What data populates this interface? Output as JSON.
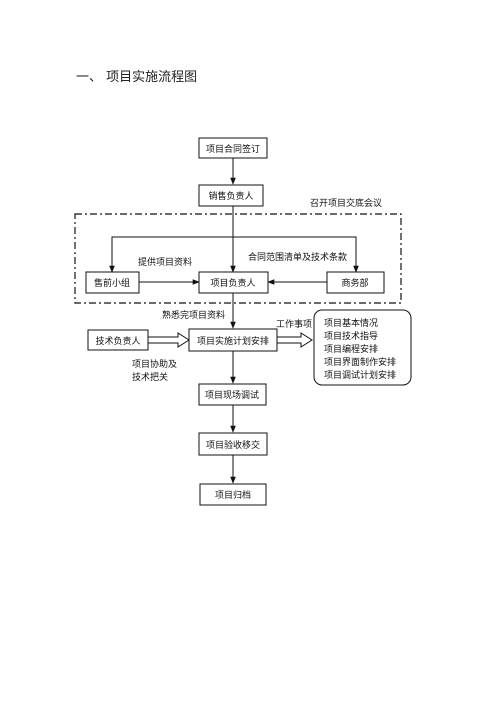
{
  "heading": "一、 项目实施流程图",
  "nodes": {
    "contract": "项目合同签订",
    "sales": "销售负责人",
    "presales": "售前小组",
    "pm": "项目负责人",
    "business": "商务部",
    "tech_lead": "技术负责人",
    "plan": "项目实施计划安排",
    "onsite": "项目现场调试",
    "acceptance": "项目验收移交",
    "archive": "项目归档"
  },
  "labels": {
    "kickoff": "召开项目交底会议",
    "provide_info": "提供项目资料",
    "scope_terms": "合同范围清单及技术条款",
    "familiarize": "熟悉完项目资料",
    "work_items": "工作事项",
    "assist_line1": "项目协助及",
    "assist_line2": "技术把关"
  },
  "work_list": [
    "项目基本情况",
    "项目技术指导",
    "项目编程安排",
    "项目界面制作安排",
    "项目调试计划安排"
  ]
}
